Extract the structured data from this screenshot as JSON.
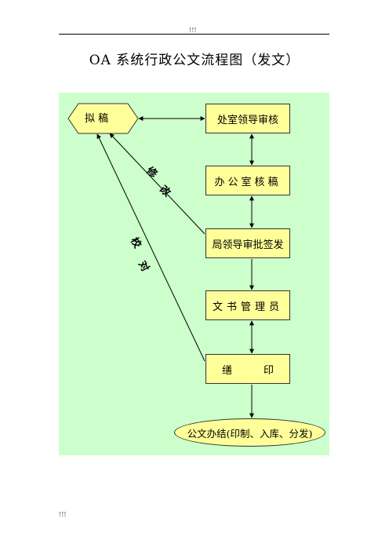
{
  "header": {
    "mark": "!!!"
  },
  "title": "OA 系统行政公文流程图（发文）",
  "nodes": {
    "draft": "拟  稿",
    "supervisor_review": "处室领导审核",
    "office_check": "办公室核稿",
    "bureau_sign": "局领导审批签发",
    "clerk": "文书管理员",
    "print_left": "缮",
    "print_right": "印",
    "done": "公文办结(印制、入库、分发)"
  },
  "edges": {
    "revise": [
      "修",
      "改"
    ],
    "proofread": [
      "校",
      "对"
    ]
  },
  "footer": {
    "mark": "!!!"
  },
  "colors": {
    "panel": "#ccffcc",
    "node": "#ffff99",
    "line": "#000000"
  }
}
